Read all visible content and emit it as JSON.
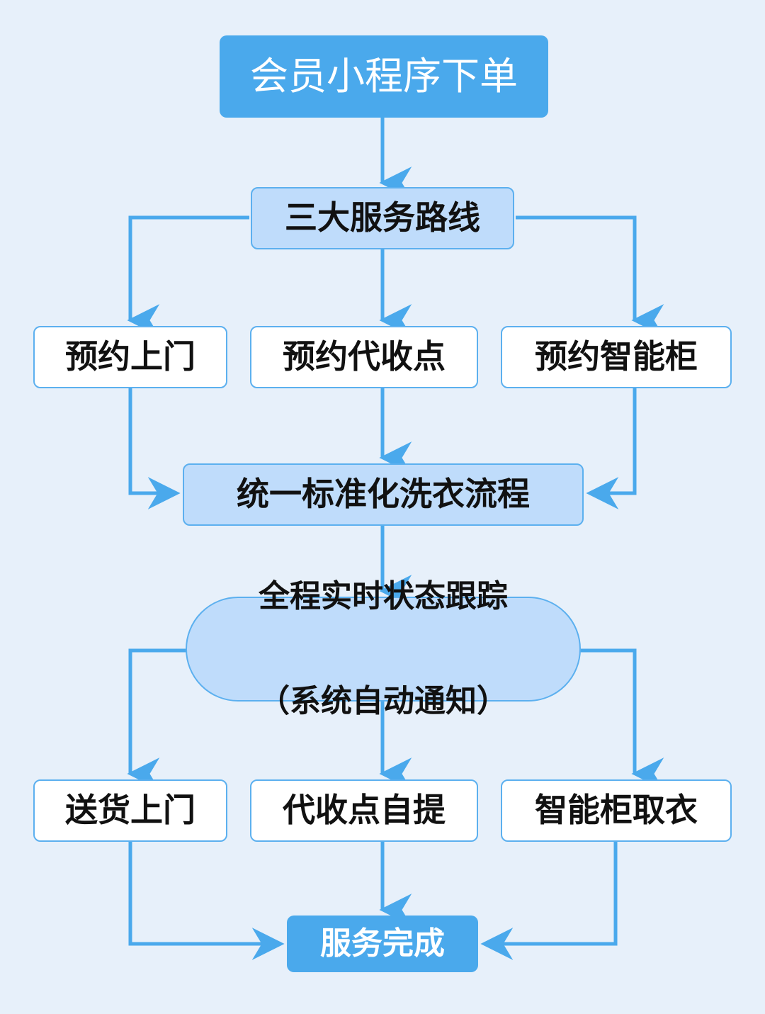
{
  "diagram": {
    "title_node": "会员小程序下单",
    "background_color": "#e7f0fa",
    "accent_color": "#4aa9ec",
    "fill_color": "#bfdcfb",
    "border_color": "#5cb0ef",
    "edge_color": "#4aa9ec",
    "text_color": "#111111",
    "type": "flowchart"
  },
  "nodes": {
    "start": {
      "label": "会员小程序下单",
      "shape": "rounded-rect",
      "style": "accent"
    },
    "routes": {
      "label": "三大服务路线",
      "shape": "rounded-rect",
      "style": "fill"
    },
    "door": {
      "label": "预约上门",
      "shape": "rounded-rect",
      "style": "plain"
    },
    "pickup": {
      "label": "预约代收点",
      "shape": "rounded-rect",
      "style": "plain"
    },
    "locker": {
      "label": "预约智能柜",
      "shape": "rounded-rect",
      "style": "plain"
    },
    "process": {
      "label": "统一标准化洗衣流程",
      "shape": "rounded-rect",
      "style": "fill"
    },
    "tracking": {
      "line1": "全程实时状态跟踪",
      "line2": "（系统自动通知）",
      "shape": "pill",
      "style": "fill"
    },
    "deliver": {
      "label": "送货上门",
      "shape": "rounded-rect",
      "style": "plain"
    },
    "selfpick": {
      "label": "代收点自提",
      "shape": "rounded-rect",
      "style": "plain"
    },
    "lockerget": {
      "label": "智能柜取衣",
      "shape": "rounded-rect",
      "style": "plain"
    },
    "done": {
      "label": "服务完成",
      "shape": "rounded-rect",
      "style": "accent"
    }
  },
  "edges": [
    {
      "from": "start",
      "to": "routes",
      "kind": "vertical"
    },
    {
      "from": "routes",
      "to": "door",
      "kind": "elbow-left"
    },
    {
      "from": "routes",
      "to": "pickup",
      "kind": "vertical"
    },
    {
      "from": "routes",
      "to": "locker",
      "kind": "elbow-right"
    },
    {
      "from": "door",
      "to": "process",
      "kind": "elbow-left"
    },
    {
      "from": "pickup",
      "to": "process",
      "kind": "vertical"
    },
    {
      "from": "locker",
      "to": "process",
      "kind": "elbow-right"
    },
    {
      "from": "process",
      "to": "tracking",
      "kind": "vertical"
    },
    {
      "from": "tracking",
      "to": "deliver",
      "kind": "elbow-left"
    },
    {
      "from": "tracking",
      "to": "selfpick",
      "kind": "vertical"
    },
    {
      "from": "tracking",
      "to": "lockerget",
      "kind": "elbow-right"
    },
    {
      "from": "deliver",
      "to": "done",
      "kind": "elbow-left"
    },
    {
      "from": "selfpick",
      "to": "done",
      "kind": "vertical"
    },
    {
      "from": "lockerget",
      "to": "done",
      "kind": "elbow-right"
    }
  ]
}
